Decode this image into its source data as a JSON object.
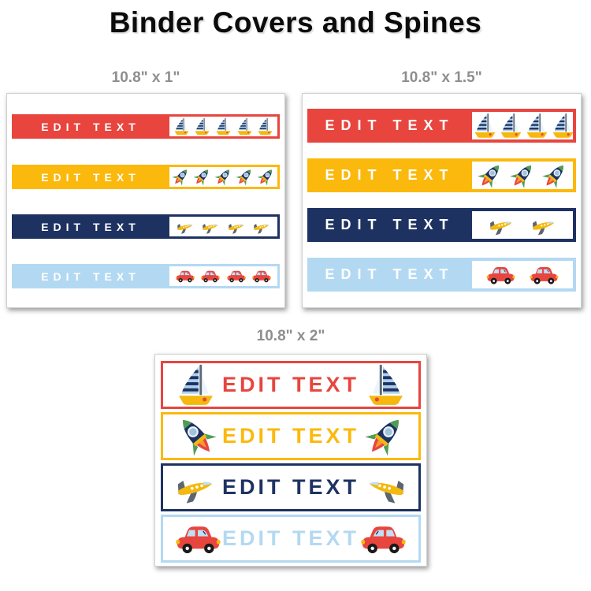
{
  "title": "Binder Covers and Spines",
  "colors": {
    "red": "#E8453F",
    "yellow": "#FBB90D",
    "navy": "#1E3262",
    "lightblue": "#B3D9F2",
    "white": "#FFFFFF",
    "label_gray": "#8E8E8E"
  },
  "icon_colors": {
    "sail_light": "#AECFEB",
    "sail_stripe": "#1E3262",
    "jib": "#EAF4FC",
    "mast": "#5C6B7A",
    "hull_yellow": "#F5B80E",
    "rocket_body": "#1E3262",
    "rocket_fin": "#4F9E53",
    "rocket_window": "#9FC4DC",
    "flame_red": "#E8453F",
    "flame_orange": "#F59B30",
    "plane_body": "#F5B80E",
    "plane_wing": "#5B6670",
    "cockpit": "#BFE0F5",
    "car_body": "#E8453F",
    "car_window": "#BFE0F5",
    "wheel": "#1A1A1A",
    "headlight": "#F5B80E"
  },
  "panels": [
    {
      "label": "10.8\" x 1\"",
      "variant": "strips",
      "rows": [
        {
          "color": "red",
          "text": "EDIT TEXT",
          "icon": "sailboat",
          "icon_count": 5
        },
        {
          "color": "yellow",
          "text": "EDIT TEXT",
          "icon": "rocket",
          "icon_count": 5
        },
        {
          "color": "navy",
          "text": "EDIT TEXT",
          "icon": "plane",
          "icon_count": 4
        },
        {
          "color": "lightblue",
          "text": "EDIT TEXT",
          "icon": "car",
          "icon_count": 4
        }
      ]
    },
    {
      "label": "10.8\" x 1.5\"",
      "variant": "strips",
      "rows": [
        {
          "color": "red",
          "text": "EDIT TEXT",
          "icon": "sailboat",
          "icon_count": 4
        },
        {
          "color": "yellow",
          "text": "EDIT TEXT",
          "icon": "rocket",
          "icon_count": 3
        },
        {
          "color": "navy",
          "text": "EDIT TEXT",
          "icon": "plane",
          "icon_count": 2
        },
        {
          "color": "lightblue",
          "text": "EDIT TEXT",
          "icon": "car",
          "icon_count": 2
        }
      ]
    },
    {
      "label": "10.8\" x 2\"",
      "variant": "bordered",
      "rows": [
        {
          "color": "red",
          "text": "EDIT TEXT",
          "icon": "sailboat",
          "icon_count": 2
        },
        {
          "color": "yellow",
          "text": "EDIT TEXT",
          "icon": "rocket",
          "icon_count": 2
        },
        {
          "color": "navy",
          "text": "EDIT TEXT",
          "icon": "plane",
          "icon_count": 2
        },
        {
          "color": "lightblue",
          "text": "EDIT TEXT",
          "icon": "car",
          "icon_count": 2
        }
      ]
    }
  ]
}
